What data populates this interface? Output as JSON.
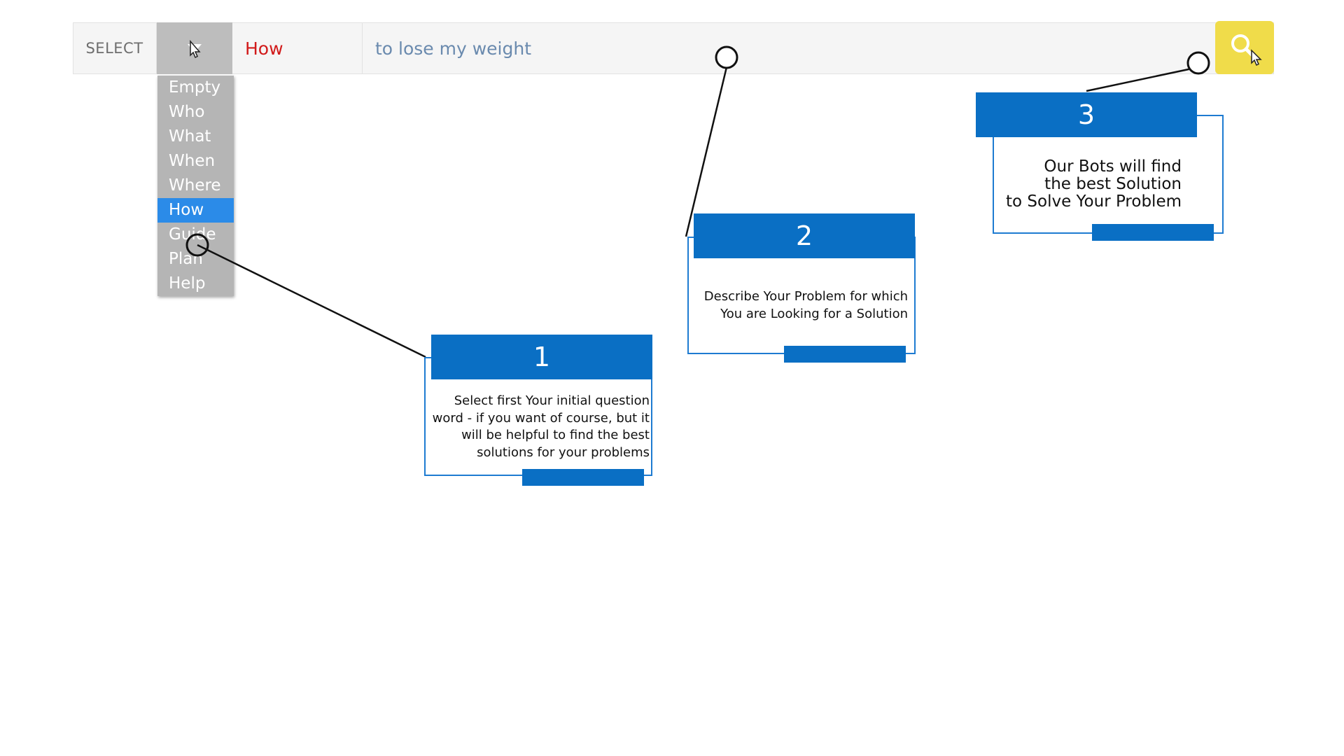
{
  "search_bar": {
    "select_label": "SELECT",
    "selected_word": "How",
    "query_value": "to lose my weight",
    "query_placeholder": ""
  },
  "dropdown": {
    "options": [
      "Empty",
      "Who",
      "What",
      "When",
      "Where",
      "How",
      "Guide",
      "Plan",
      "Help"
    ],
    "selected": "How"
  },
  "callouts": [
    {
      "number": "1",
      "text_lines": [
        "Select first Your initial question",
        "word - if you want of course, but it",
        "will be helpful to find the best",
        "solutions for your problems"
      ]
    },
    {
      "number": "2",
      "text_lines": [
        "Describe Your Problem for which",
        "You are Looking for a Solution"
      ]
    },
    {
      "number": "3",
      "text_lines": [
        "Our Bots will find",
        "the best Solution",
        "to Solve Your Problem"
      ]
    }
  ],
  "colors": {
    "accent_blue": "#0a6fc4",
    "selected_word_red": "#d11a1a",
    "search_button_yellow": "#f0dc4a",
    "dropdown_active": "#2b8be8"
  },
  "icons": [
    "chevron-down-icon",
    "cursor-icon",
    "search-icon"
  ]
}
